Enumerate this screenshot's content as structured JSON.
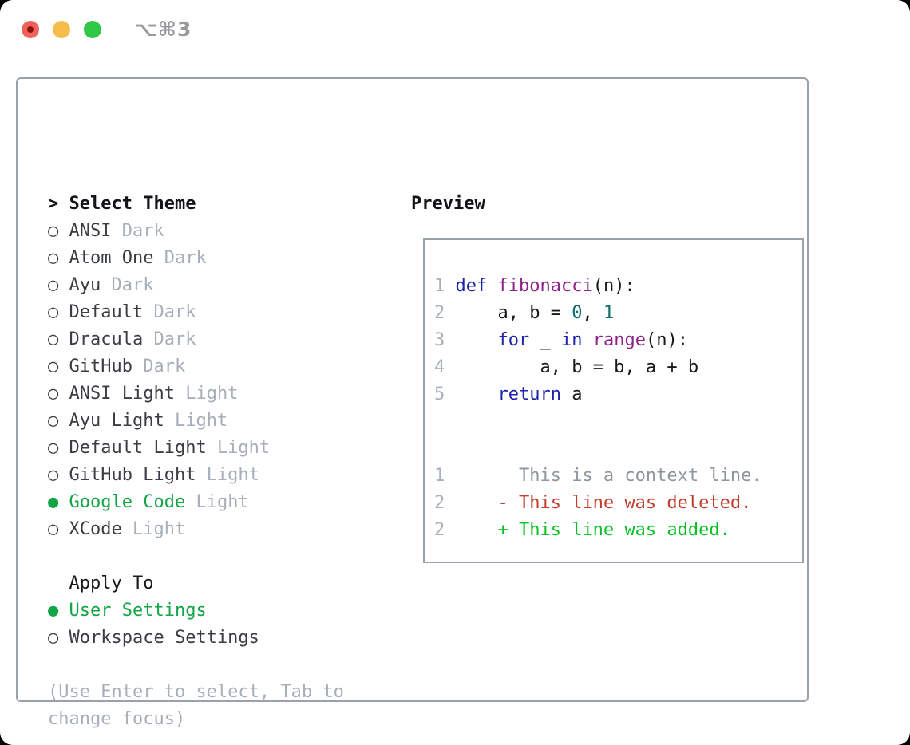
{
  "window": {
    "title": "⌥⌘3",
    "traffic_lights": [
      {
        "name": "close",
        "color": "#f1615b",
        "dot_color": "#8c130c"
      },
      {
        "name": "minimize",
        "color": "#f6bd4a"
      },
      {
        "name": "zoom",
        "color": "#33c748"
      }
    ]
  },
  "theme_panel": {
    "header": {
      "pointer": ">",
      "label": "Select Theme"
    },
    "themes": [
      {
        "name": "ANSI",
        "variant": "Dark",
        "selected": false
      },
      {
        "name": "Atom One",
        "variant": "Dark",
        "selected": false
      },
      {
        "name": "Ayu",
        "variant": "Dark",
        "selected": false
      },
      {
        "name": "Default",
        "variant": "Dark",
        "selected": false
      },
      {
        "name": "Dracula",
        "variant": "Dark",
        "selected": false
      },
      {
        "name": "GitHub",
        "variant": "Dark",
        "selected": false
      },
      {
        "name": "ANSI Light",
        "variant": "Light",
        "selected": false
      },
      {
        "name": "Ayu Light",
        "variant": "Light",
        "selected": false
      },
      {
        "name": "Default Light",
        "variant": "Light",
        "selected": false
      },
      {
        "name": "GitHub Light",
        "variant": "Light",
        "selected": false
      },
      {
        "name": "Google Code",
        "variant": "Light",
        "selected": true
      },
      {
        "name": "XCode",
        "variant": "Light",
        "selected": false
      }
    ],
    "radio_unselected_icon": "○",
    "radio_selected_icon": "●",
    "apply_to": {
      "label": "Apply To",
      "options": [
        {
          "name": "User Settings",
          "selected": true
        },
        {
          "name": "Workspace Settings",
          "selected": false
        }
      ]
    },
    "hint_line1": "(Use Enter to select, Tab to",
    "hint_line2": "change focus)"
  },
  "preview_panel": {
    "header": "Preview",
    "code_lines": [
      {
        "no": "1",
        "segments": [
          {
            "t": "def ",
            "c": "keyword"
          },
          {
            "t": "fibonacci",
            "c": "function"
          },
          {
            "t": "(n):",
            "c": "plain"
          }
        ]
      },
      {
        "no": "2",
        "segments": [
          {
            "t": "    a, b = ",
            "c": "plain"
          },
          {
            "t": "0",
            "c": "literal"
          },
          {
            "t": ", ",
            "c": "plain"
          },
          {
            "t": "1",
            "c": "literal"
          }
        ]
      },
      {
        "no": "3",
        "segments": [
          {
            "t": "    ",
            "c": "plain"
          },
          {
            "t": "for",
            "c": "keyword"
          },
          {
            "t": " _ ",
            "c": "plain"
          },
          {
            "t": "in",
            "c": "keyword"
          },
          {
            "t": " ",
            "c": "plain"
          },
          {
            "t": "range",
            "c": "function"
          },
          {
            "t": "(n):",
            "c": "plain"
          }
        ]
      },
      {
        "no": "4",
        "segments": [
          {
            "t": "        a, b = b, a + b",
            "c": "plain"
          }
        ]
      },
      {
        "no": "5",
        "segments": [
          {
            "t": "    ",
            "c": "plain"
          },
          {
            "t": "return",
            "c": "keyword"
          },
          {
            "t": " a",
            "c": "plain"
          }
        ]
      }
    ],
    "diff_lines": [
      {
        "no": "1",
        "text": "      This is a context line.",
        "type": "context"
      },
      {
        "no": "2",
        "text": "    - This line was deleted.",
        "type": "deleted"
      },
      {
        "no": "2",
        "text": "    + This line was added.",
        "type": "added"
      }
    ]
  },
  "colors": {
    "accent_green": "#12a546",
    "muted": "#a7afba",
    "text_dark": "#3a3d44",
    "heading": "#131419",
    "border": "#99a2ac",
    "keyword": "#1e24a8",
    "function": "#8b2388",
    "literal": "#0b6b69",
    "code_plain": "#17181c",
    "lineno": "#a7afba",
    "diff_context": "#8d959e",
    "diff_deleted": "#c43b2a",
    "diff_added": "#0abf25",
    "title_gray": "#98989d"
  }
}
